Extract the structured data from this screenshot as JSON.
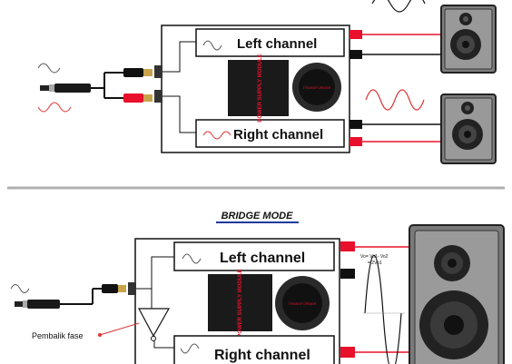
{
  "top_diagram": {
    "left_channel_label": "Left channel",
    "right_channel_label": "Right channel",
    "power_supply_label": "POWER SUPPLY MODULE",
    "transformer_label": "TRANSFORMER"
  },
  "bridge_diagram": {
    "title": "BRIDGE MODE",
    "left_channel_label": "Left channel",
    "right_channel_label": "Right channel",
    "power_supply_label": "POWER SUPPLY MODULE",
    "transformer_label": "TRANSFORMER",
    "phase_inverter_label": "Pembalik fase",
    "output_formula_line1": "Vo= Vo1- Vo2",
    "output_formula_line2": "= 2Vo1"
  },
  "colors": {
    "red_wire": "#e8102a",
    "black_wire": "#111111",
    "divider": "#b0b0b0",
    "title_underline": "#1a3a9a",
    "speaker_gray": "#8a8a8a",
    "psu_module": "#1a1a1a"
  }
}
